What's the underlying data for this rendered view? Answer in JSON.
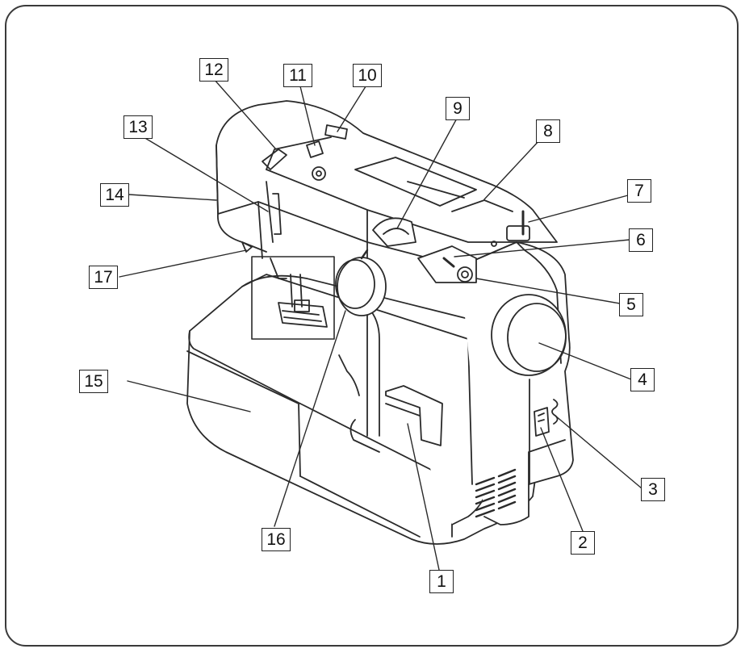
{
  "diagram": {
    "callouts": [
      {
        "id": "1",
        "label": "1"
      },
      {
        "id": "2",
        "label": "2"
      },
      {
        "id": "3",
        "label": "3"
      },
      {
        "id": "4",
        "label": "4"
      },
      {
        "id": "5",
        "label": "5"
      },
      {
        "id": "6",
        "label": "6"
      },
      {
        "id": "7",
        "label": "7"
      },
      {
        "id": "8",
        "label": "8"
      },
      {
        "id": "9",
        "label": "9"
      },
      {
        "id": "10",
        "label": "10"
      },
      {
        "id": "11",
        "label": "11"
      },
      {
        "id": "12",
        "label": "12"
      },
      {
        "id": "13",
        "label": "13"
      },
      {
        "id": "14",
        "label": "14"
      },
      {
        "id": "15",
        "label": "15"
      },
      {
        "id": "16",
        "label": "16"
      },
      {
        "id": "17",
        "label": "17"
      }
    ],
    "colors": {
      "line": "#2a2a2a",
      "frame": "#3a3a3a",
      "fill": "#ffffff"
    }
  }
}
